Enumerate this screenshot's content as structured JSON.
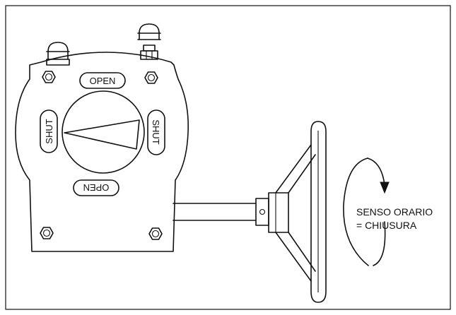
{
  "labels": {
    "open_top": "OPEN",
    "open_bottom": "OPEN",
    "shut_left": "SHUT",
    "shut_right": "SHUT"
  },
  "note": {
    "line1": "SENSO ORARIO",
    "line2": "= CHIUSURA"
  }
}
